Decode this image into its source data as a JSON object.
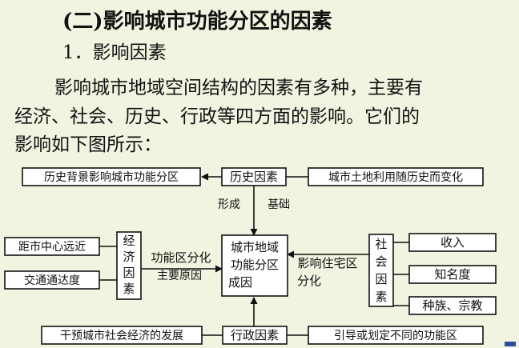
{
  "heading": "(二)影响城市功能分区的因素",
  "subheading": "1．影响因素",
  "paragraph": {
    "line1": "影响城市地域空间结构的因素有多种，主要有",
    "line2": "经济、社会、历史、行政等四方面的影响。它们的",
    "line3": "影响如下图所示："
  },
  "diagram": {
    "center": [
      "城市地域",
      "功能分区",
      "成因"
    ],
    "top_box": "历史因素",
    "top_left": "历史背景影响城市功能分区",
    "top_right": "城市土地利用随历史而变化",
    "top_edge_left": "形成",
    "top_edge_right": "基础",
    "left_factor": [
      "经",
      "济",
      "因",
      "素"
    ],
    "left_inputs": [
      "距市中心远近",
      "交通通达度"
    ],
    "left_edge": [
      "功能区分化",
      "主要原因"
    ],
    "right_factor": [
      "社",
      "会",
      "因",
      "素"
    ],
    "right_inputs": [
      "收入",
      "知名度",
      "种族、宗教"
    ],
    "right_edge": [
      "影响住宅区",
      "分化"
    ],
    "bottom_box": "行政因素",
    "bottom_left": "干预城市社会经济的发展",
    "bottom_right": "引导或划定不同的功能区"
  }
}
